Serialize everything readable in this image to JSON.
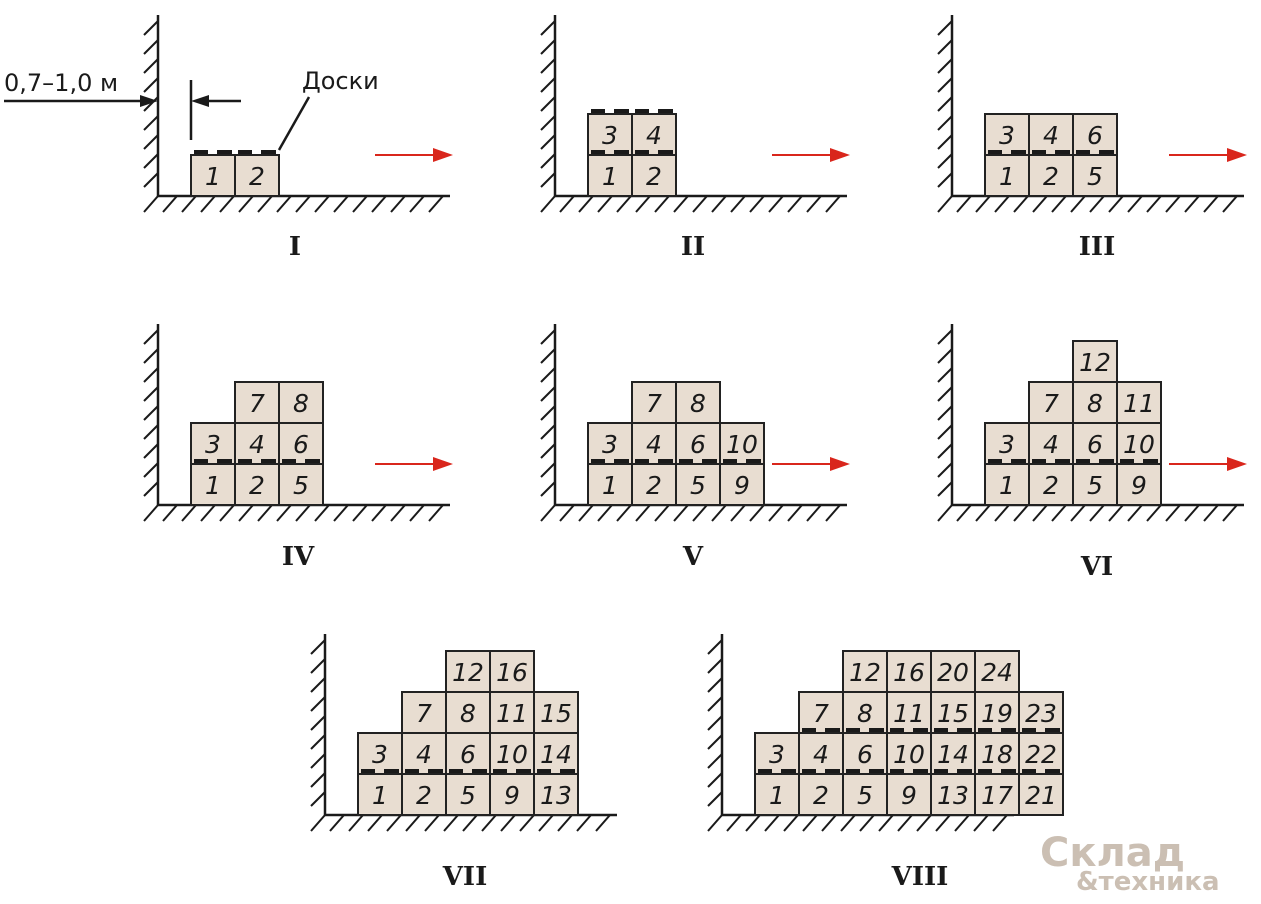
{
  "annotations": {
    "distance_label": "0,7–1,0 м",
    "boards_label": "Доски"
  },
  "colors": {
    "box_fill": "#e8ddd1",
    "arrow": "#d9261c",
    "logo": "#cbbfb3"
  },
  "panels": [
    {
      "label": "I",
      "arrow": true,
      "boxes": [
        [
          0,
          0,
          "1"
        ],
        [
          1,
          0,
          "2"
        ]
      ],
      "boards": [
        [
          0,
          1
        ],
        [
          1,
          1
        ]
      ]
    },
    {
      "label": "II",
      "arrow": true,
      "boxes": [
        [
          0,
          0,
          "1"
        ],
        [
          1,
          0,
          "2"
        ],
        [
          0,
          1,
          "3"
        ],
        [
          1,
          1,
          "4"
        ]
      ],
      "boards": [
        [
          0,
          1
        ],
        [
          1,
          1
        ],
        [
          0,
          2
        ],
        [
          1,
          2
        ]
      ]
    },
    {
      "label": "III",
      "arrow": true,
      "boxes": [
        [
          0,
          0,
          "1"
        ],
        [
          1,
          0,
          "2"
        ],
        [
          2,
          0,
          "5"
        ],
        [
          0,
          1,
          "3"
        ],
        [
          1,
          1,
          "4"
        ],
        [
          2,
          1,
          "6"
        ]
      ],
      "boards": [
        [
          0,
          1
        ],
        [
          1,
          1
        ],
        [
          2,
          1
        ]
      ]
    },
    {
      "label": "IV",
      "arrow": true,
      "boxes": [
        [
          0,
          0,
          "1"
        ],
        [
          1,
          0,
          "2"
        ],
        [
          2,
          0,
          "5"
        ],
        [
          0,
          1,
          "3"
        ],
        [
          1,
          1,
          "4"
        ],
        [
          2,
          1,
          "6"
        ],
        [
          1,
          2,
          "7"
        ],
        [
          2,
          2,
          "8"
        ]
      ],
      "boards": [
        [
          0,
          1
        ],
        [
          1,
          1
        ],
        [
          2,
          1
        ]
      ]
    },
    {
      "label": "V",
      "arrow": true,
      "boxes": [
        [
          0,
          0,
          "1"
        ],
        [
          1,
          0,
          "2"
        ],
        [
          2,
          0,
          "5"
        ],
        [
          3,
          0,
          "9"
        ],
        [
          0,
          1,
          "3"
        ],
        [
          1,
          1,
          "4"
        ],
        [
          2,
          1,
          "6"
        ],
        [
          3,
          1,
          "10"
        ],
        [
          1,
          2,
          "7"
        ],
        [
          2,
          2,
          "8"
        ]
      ],
      "boards": [
        [
          0,
          1
        ],
        [
          1,
          1
        ],
        [
          2,
          1
        ],
        [
          3,
          1
        ]
      ]
    },
    {
      "label": "VI",
      "arrow": true,
      "boxes": [
        [
          0,
          0,
          "1"
        ],
        [
          1,
          0,
          "2"
        ],
        [
          2,
          0,
          "5"
        ],
        [
          3,
          0,
          "9"
        ],
        [
          0,
          1,
          "3"
        ],
        [
          1,
          1,
          "4"
        ],
        [
          2,
          1,
          "6"
        ],
        [
          3,
          1,
          "10"
        ],
        [
          1,
          2,
          "7"
        ],
        [
          2,
          2,
          "8"
        ],
        [
          3,
          2,
          "11"
        ],
        [
          2,
          3,
          "12"
        ]
      ],
      "boards": [
        [
          0,
          1
        ],
        [
          1,
          1
        ],
        [
          2,
          1
        ],
        [
          3,
          1
        ]
      ]
    },
    {
      "label": "VII",
      "arrow": false,
      "boxes": [
        [
          0,
          0,
          "1"
        ],
        [
          1,
          0,
          "2"
        ],
        [
          2,
          0,
          "5"
        ],
        [
          3,
          0,
          "9"
        ],
        [
          4,
          0,
          "13"
        ],
        [
          0,
          1,
          "3"
        ],
        [
          1,
          1,
          "4"
        ],
        [
          2,
          1,
          "6"
        ],
        [
          3,
          1,
          "10"
        ],
        [
          4,
          1,
          "14"
        ],
        [
          1,
          2,
          "7"
        ],
        [
          2,
          2,
          "8"
        ],
        [
          3,
          2,
          "11"
        ],
        [
          4,
          2,
          "15"
        ],
        [
          2,
          3,
          "12"
        ],
        [
          3,
          3,
          "16"
        ]
      ],
      "boards": [
        [
          0,
          1
        ],
        [
          1,
          1
        ],
        [
          2,
          1
        ],
        [
          3,
          1
        ],
        [
          4,
          1
        ]
      ]
    },
    {
      "label": "VIII",
      "arrow": false,
      "boxes": [
        [
          0,
          0,
          "1"
        ],
        [
          1,
          0,
          "2"
        ],
        [
          2,
          0,
          "5"
        ],
        [
          3,
          0,
          "9"
        ],
        [
          4,
          0,
          "13"
        ],
        [
          5,
          0,
          "17"
        ],
        [
          6,
          0,
          "21"
        ],
        [
          0,
          1,
          "3"
        ],
        [
          1,
          1,
          "4"
        ],
        [
          2,
          1,
          "6"
        ],
        [
          3,
          1,
          "10"
        ],
        [
          4,
          1,
          "14"
        ],
        [
          5,
          1,
          "18"
        ],
        [
          6,
          1,
          "22"
        ],
        [
          1,
          2,
          "7"
        ],
        [
          2,
          2,
          "8"
        ],
        [
          3,
          2,
          "11"
        ],
        [
          4,
          2,
          "15"
        ],
        [
          5,
          2,
          "19"
        ],
        [
          6,
          2,
          "23"
        ],
        [
          2,
          3,
          "12"
        ],
        [
          3,
          3,
          "16"
        ],
        [
          4,
          3,
          "20"
        ],
        [
          5,
          3,
          "24"
        ]
      ],
      "boards": [
        [
          0,
          1
        ],
        [
          1,
          1
        ],
        [
          2,
          1
        ],
        [
          3,
          1
        ],
        [
          4,
          1
        ],
        [
          5,
          1
        ],
        [
          6,
          1
        ],
        [
          1,
          2
        ],
        [
          2,
          2
        ],
        [
          3,
          2
        ],
        [
          4,
          2
        ],
        [
          5,
          2
        ],
        [
          6,
          2
        ]
      ]
    }
  ],
  "logo": {
    "line1": "Склад",
    "line2": "&техника"
  }
}
